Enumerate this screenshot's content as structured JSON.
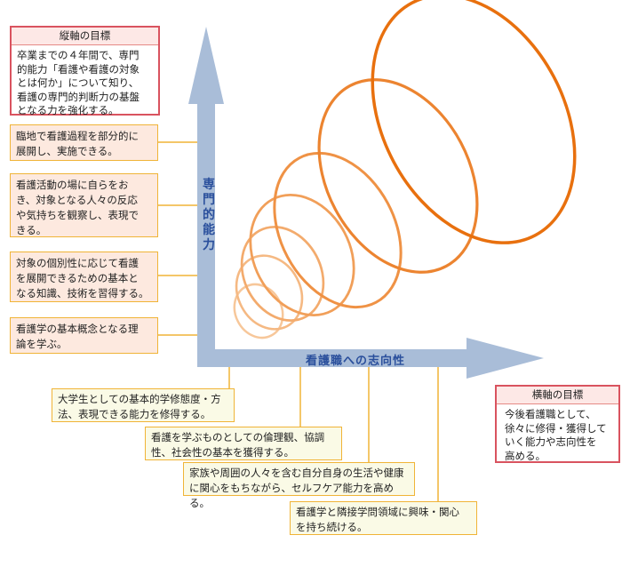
{
  "vertical_goal": {
    "title": "縦軸の目標",
    "lines": [
      "卒業までの４年間で、専門",
      "的能力「看護や看護の対象",
      "とは何か」について知り、",
      "看護の専門的判断力の基盤",
      "となる力を強化する。"
    ]
  },
  "horizontal_goal": {
    "title": "横軸の目標",
    "lines": [
      "今後看護職として、",
      "徐々に修得・獲得して",
      "いく能力や志向性を",
      "高める。"
    ]
  },
  "vertical_axis_label": [
    "専",
    "門",
    "的",
    "能",
    "力"
  ],
  "horizontal_axis_label": "看護職への志向性",
  "vertical_items": [
    {
      "lines": [
        "臨地で看護過程を部分的に",
        "展開し、実施できる。"
      ]
    },
    {
      "lines": [
        "看護活動の場に自らをお",
        "き、対象となる人々の反応",
        "や気持ちを観察し、表現で",
        "きる。"
      ]
    },
    {
      "lines": [
        "対象の個別性に応じて看護",
        "を展開できるための基本と",
        "なる知識、技術を習得する。"
      ]
    },
    {
      "lines": [
        "看護学の基本概念となる理",
        "論を学ぶ。"
      ]
    }
  ],
  "horizontal_items": [
    {
      "lines": [
        "大学生としての基本的学修態度・方",
        "法、表現できる能力を修得する。"
      ]
    },
    {
      "lines": [
        "看護を学ぶものとしての倫理観、協調",
        "性、社会性の基本を獲得する。"
      ]
    },
    {
      "lines": [
        "家族や周囲の人々を含む自分自身の生活や健康",
        "に関心をもちながら、セルフケア能力を高める。"
      ]
    },
    {
      "lines": [
        "看護学と隣接学問領域に興味・関心",
        "を持ち続ける。"
      ]
    }
  ],
  "colors": {
    "axis": "#a9bdd8",
    "axis_text": "#2a4f9c",
    "connector": "#f0b437",
    "goal_border": "#d9535f",
    "spiral_light": "#f7c79a",
    "spiral_dark": "#e8700e"
  }
}
